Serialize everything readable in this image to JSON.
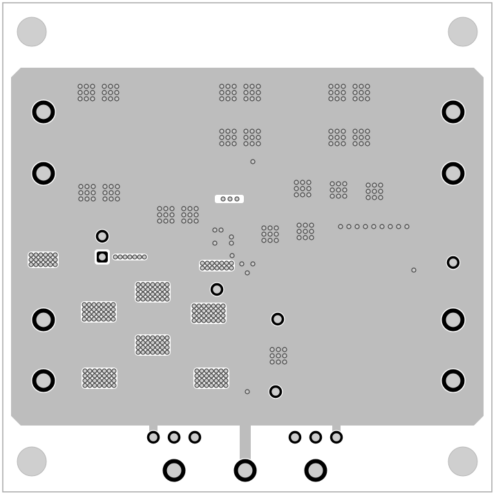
{
  "colors": {
    "background": "#ffffff",
    "frame": "#a8a8a8",
    "copper_pour": "#bdbdbd",
    "mounting_hole": "#cfcfcf",
    "pad_ring": "#000000",
    "drill": "#cccccc",
    "via_ring": "#444444",
    "clearance": "#ffffff"
  },
  "icons": [
    "pcb-board",
    "mounting-hole",
    "through-hole-pad",
    "via"
  ]
}
